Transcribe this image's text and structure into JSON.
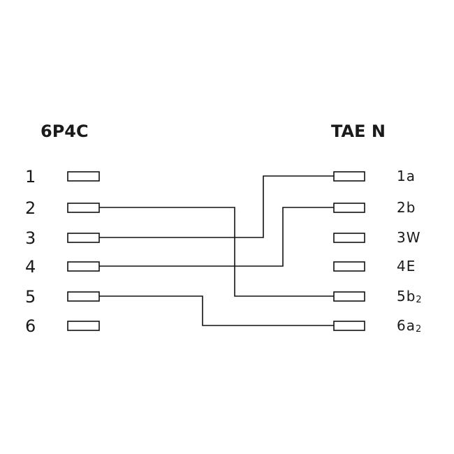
{
  "left_connector": {
    "title": "6P4C",
    "pins": [
      "1",
      "2",
      "3",
      "4",
      "5",
      "6"
    ]
  },
  "right_connector": {
    "title": "TAE N",
    "pins": [
      {
        "main": "1a",
        "sub": ""
      },
      {
        "main": "2b",
        "sub": ""
      },
      {
        "main": "3W",
        "sub": ""
      },
      {
        "main": "4E",
        "sub": ""
      },
      {
        "main": "5b",
        "sub": "2"
      },
      {
        "main": "6a",
        "sub": "2"
      }
    ]
  },
  "wiring": [
    {
      "from": "3",
      "to": "1a"
    },
    {
      "from": "4",
      "to": "2b"
    },
    {
      "from": "2",
      "to": "5b2"
    },
    {
      "from": "5",
      "to": "6a2"
    }
  ]
}
